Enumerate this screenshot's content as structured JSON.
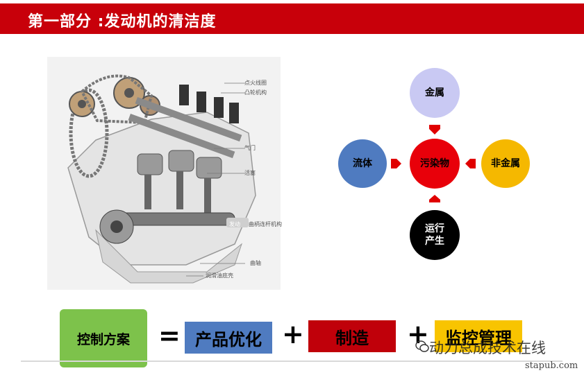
{
  "title": "第一部分 :发动机的清洁度",
  "engine_labels": {
    "spark_plug": "点火线圈",
    "camshaft": "凸轮机构",
    "valve": "气门",
    "piston": "活塞",
    "crank_mech": "曲柄连杆机构",
    "crankshaft": "曲轴",
    "oil_pan": "润滑油底壳",
    "stamp": "发动"
  },
  "contamination": {
    "center": "污染物",
    "top": "金属",
    "left": "流体",
    "right": "非金属",
    "bottom": "运行产生"
  },
  "equation": {
    "control": "控制方案",
    "equals": "=",
    "plus": "+",
    "product": "产品优化",
    "manufacturing": "制造",
    "monitoring": "监控管理"
  },
  "watermark": "动力总成技术在线",
  "site": "stapub.com",
  "colors": {
    "title_red": "#c8000a",
    "metal": "#c9c9f3",
    "fluid": "#4f7bc0",
    "nonmetal": "#f5b800",
    "operation": "#000000",
    "center": "#e8000a",
    "control_green": "#7dc24b",
    "product_blue": "#4f7bc0",
    "manufacturing_red": "#c0000a",
    "monitoring_yellow": "#f8c400"
  }
}
